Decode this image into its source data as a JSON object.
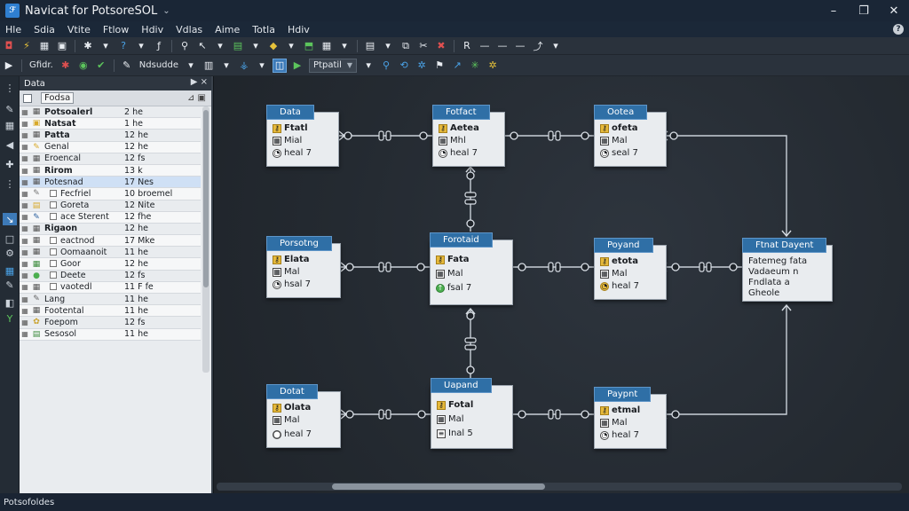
{
  "window": {
    "title": "Navicat for PotsoreSOL",
    "controls": [
      "–",
      "❐",
      "✕"
    ]
  },
  "menu": [
    "Hle",
    "Sdia",
    "Vtite",
    "Ftlow",
    "Hdiv",
    "Vdlas",
    "Aime",
    "Totla",
    "Hdiv"
  ],
  "toolbar2": {
    "label1": "Gfidr.",
    "label2": "Ndsudde",
    "combo": "Ptpatil"
  },
  "data_panel": {
    "title": "Data",
    "filter": "Fodsa",
    "rows": [
      {
        "name": "Potsoalerl",
        "value": "2 he",
        "bold": true,
        "check": false
      },
      {
        "name": "Natsat",
        "value": "1 he",
        "bold": true,
        "check": false
      },
      {
        "name": "Patta",
        "value": "12 he",
        "bold": true,
        "check": false
      },
      {
        "name": "Genal",
        "value": "12 he",
        "bold": false,
        "check": false
      },
      {
        "name": "Eroencal",
        "value": "12 fs",
        "bold": false,
        "check": false
      },
      {
        "name": "Rirom",
        "value": "13 k",
        "bold": true,
        "check": false
      },
      {
        "name": "Potesnad",
        "value": "17 Nes",
        "bold": false,
        "check": false
      },
      {
        "name": "Fecfriel",
        "value": "10 broemel",
        "bold": false,
        "check": true
      },
      {
        "name": "Goreta",
        "value": "12 Nite",
        "bold": false,
        "check": true
      },
      {
        "name": "ace Sterent",
        "value": "12 fhe",
        "bold": false,
        "check": true
      },
      {
        "name": "Rigaon",
        "value": "12 he",
        "bold": true,
        "check": false
      },
      {
        "name": "eactnod",
        "value": "17 Mke",
        "bold": false,
        "check": true
      },
      {
        "name": "Oomaanoit",
        "value": "11 he",
        "bold": false,
        "check": true
      },
      {
        "name": "Goor",
        "value": "12 he",
        "bold": false,
        "check": true
      },
      {
        "name": "Deete",
        "value": "12 fs",
        "bold": false,
        "check": true
      },
      {
        "name": "vaotedl",
        "value": "11 F fe",
        "bold": false,
        "check": true
      },
      {
        "name": "Lang",
        "value": "11 he",
        "bold": false,
        "check": false
      },
      {
        "name": "Footental",
        "value": "11 he",
        "bold": false,
        "check": false
      },
      {
        "name": "Foepom",
        "value": "12 fs",
        "bold": false,
        "check": false
      },
      {
        "name": "Sesosol",
        "value": "11 he",
        "bold": false,
        "check": false
      }
    ]
  },
  "diagram": {
    "cards": [
      {
        "id": "c1",
        "title": "Data",
        "lines": [
          "Ftatl",
          "Mial",
          "heal 7"
        ]
      },
      {
        "id": "c2",
        "title": "Fotfact",
        "lines": [
          "Aetea",
          "Mhl",
          "heal 7"
        ]
      },
      {
        "id": "c3",
        "title": "Ootea",
        "lines": [
          "ofeta",
          "Mal",
          "seal 7"
        ]
      },
      {
        "id": "c4",
        "title": "Porsotng",
        "lines": [
          "Elata",
          "Mal",
          "hsal 7"
        ]
      },
      {
        "id": "c5",
        "title": "Forotaid",
        "lines": [
          "Fata",
          "Mal",
          "fsal 7"
        ]
      },
      {
        "id": "c6",
        "title": "Poyand",
        "lines": [
          "etota",
          "Mal",
          "heal 7"
        ]
      },
      {
        "id": "c7",
        "title": "Ftnat Dayent",
        "lines": [
          "Fatemeg fata",
          "Vadaeum n",
          "Fndlata a",
          "Gheole"
        ]
      },
      {
        "id": "c8",
        "title": "Dotat",
        "lines": [
          "Olata",
          "Mal",
          "heal 7"
        ]
      },
      {
        "id": "c9",
        "title": "Uapand",
        "lines": [
          "Fotal",
          "Mal",
          "Inal 5"
        ]
      },
      {
        "id": "c10",
        "title": "Paypnt",
        "lines": [
          "etmal",
          "Mal",
          "heal 7"
        ]
      }
    ]
  },
  "status": "Potsofoldes"
}
